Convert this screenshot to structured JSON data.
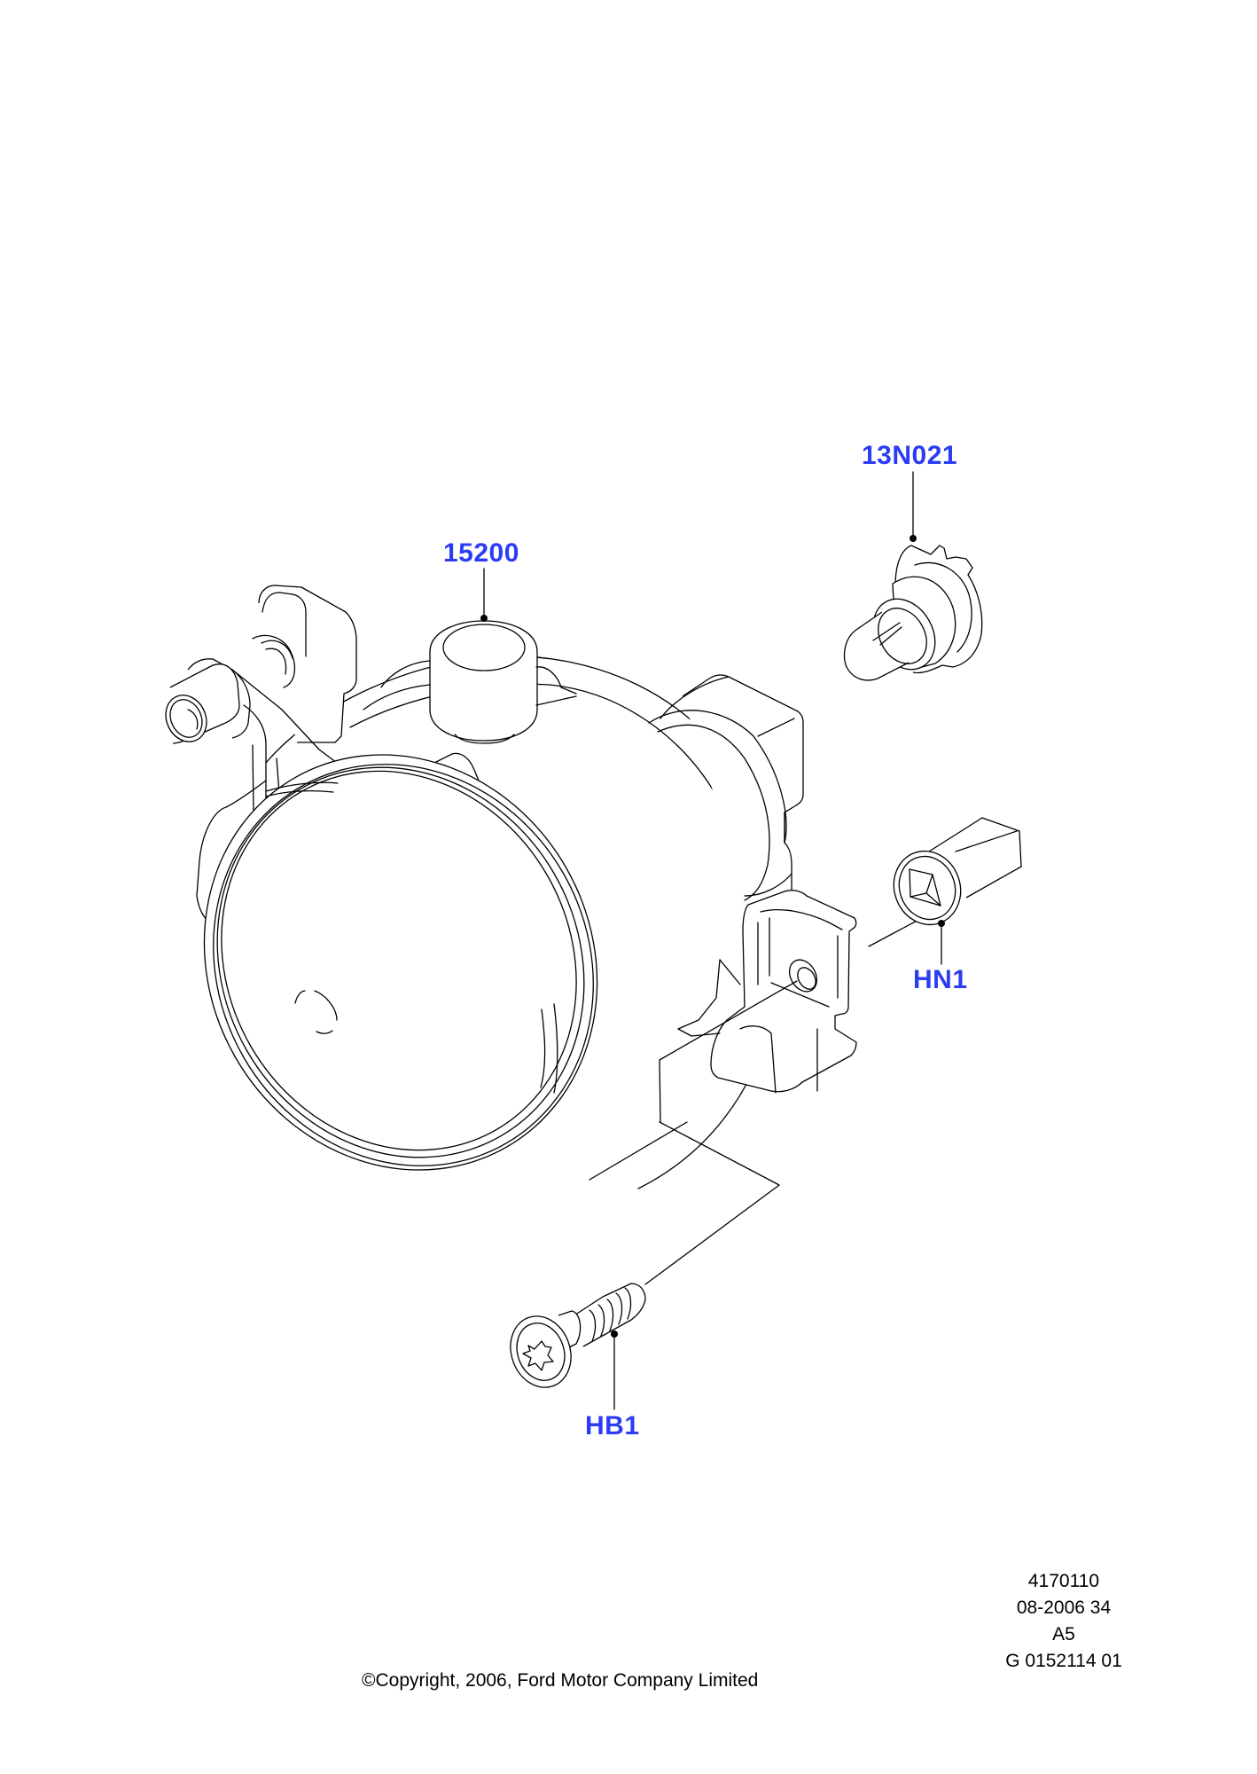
{
  "diagram": {
    "type": "exploded parts illustration",
    "subject": "fog lamp assembly",
    "callouts": [
      {
        "id": "15200",
        "label": "15200",
        "part": "fog-lamp-housing"
      },
      {
        "id": "13N021",
        "label": "13N021",
        "part": "bulb"
      },
      {
        "id": "HN1",
        "label": "HN1",
        "part": "push-nut"
      },
      {
        "id": "HB1",
        "label": "HB1",
        "part": "screw"
      }
    ],
    "callout_color": "#2b3cf5"
  },
  "footer": {
    "ref_lines": [
      "4170110",
      "08-2006 34",
      "A5",
      "G 0152114 01"
    ],
    "copyright": "©Copyright, 2006, Ford Motor Company Limited"
  }
}
